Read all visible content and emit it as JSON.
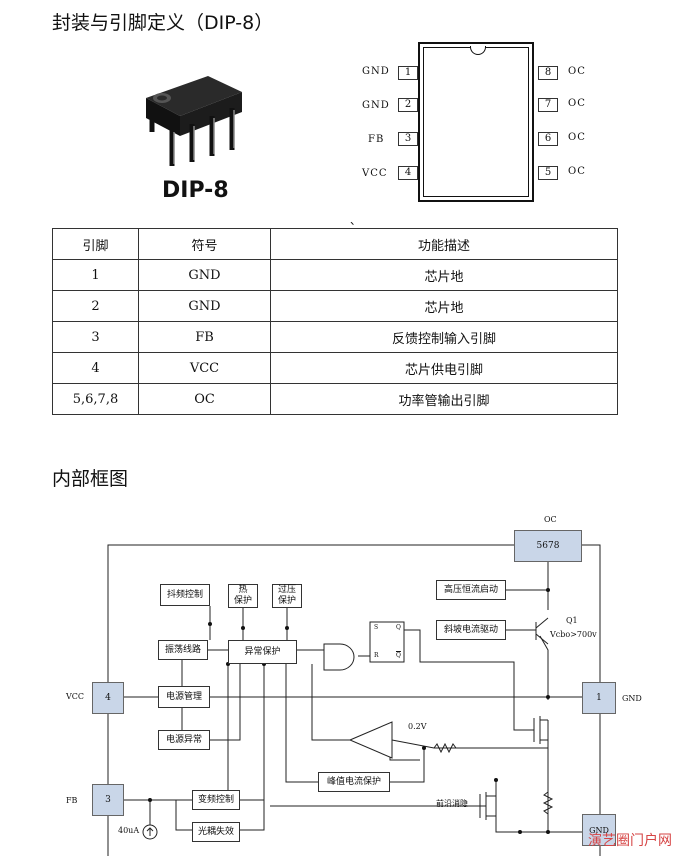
{
  "headings": {
    "package": "封装与引脚定义（DIP-8）",
    "block": "内部框图"
  },
  "package_label": "DIP-8",
  "pin_diagram": {
    "left": [
      {
        "name": "GND",
        "num": "1"
      },
      {
        "name": "GND",
        "num": "2"
      },
      {
        "name": "FB",
        "num": "3"
      },
      {
        "name": "VCC",
        "num": "4"
      }
    ],
    "right": [
      {
        "name": "OC",
        "num": "8"
      },
      {
        "name": "OC",
        "num": "7"
      },
      {
        "name": "OC",
        "num": "6"
      },
      {
        "name": "OC",
        "num": "5"
      }
    ],
    "mark": "、"
  },
  "pin_table": {
    "headers": [
      "引脚",
      "符号",
      "功能描述"
    ],
    "rows": [
      [
        "1",
        "GND",
        "芯片地"
      ],
      [
        "2",
        "GND",
        "芯片地"
      ],
      [
        "3",
        "FB",
        "反馈控制输入引脚"
      ],
      [
        "4",
        "VCC",
        "芯片供电引脚"
      ],
      [
        "5,6,7,8",
        "OC",
        "功率管输出引脚"
      ]
    ]
  },
  "block_diagram": {
    "oc_label": "OC",
    "oc_box": "5678",
    "blocks": {
      "jitter": "抖频控制",
      "thermal": "热\n保护",
      "ovp": "过压\n保护",
      "hv_start": "高压恒流启动",
      "ramp_drive": "斜坡电流驱动",
      "osc": "振荡线路",
      "fault": "异常保护",
      "pwr_mgmt": "电源管理",
      "pwr_fault": "电源异常",
      "peak": "峰值电流保护",
      "freq_ctrl": "变频控制",
      "opto_fail": "光耦失效"
    },
    "labels": {
      "vcc": "VCC",
      "vcc_pin": "4",
      "gnd": "GND",
      "gnd_pin": "1",
      "fb": "FB",
      "fb_pin": "3",
      "q1": "Q1",
      "vcbo": "Vcbo>700v",
      "ref": "0.2V",
      "leb": "前沿消隐",
      "isrc": "40uA",
      "gnd2": "GND",
      "ff_s": "S",
      "ff_r": "R",
      "ff_q": "Q",
      "ff_qb": "Q"
    }
  },
  "watermark": "演艺圈门户网"
}
